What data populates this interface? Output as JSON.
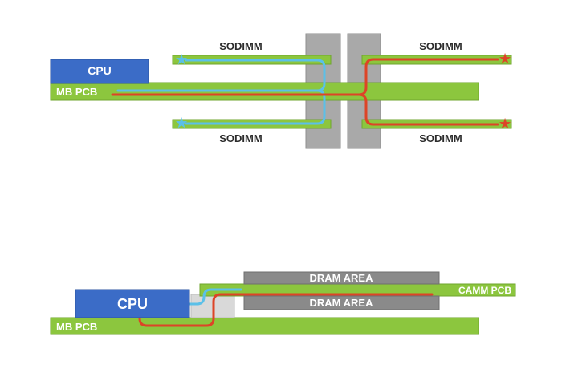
{
  "colors": {
    "pcb_green": "#8cc63e",
    "cpu_blue": "#3b6cc7",
    "connector_gray": "#a9a9a9",
    "connector_gray_light": "#d9d9d9",
    "dram_gray": "#8a8a8a",
    "trace_blue": "#5bc0e8",
    "trace_red": "#dd4427",
    "background": "#ffffff"
  },
  "icons": {
    "star": "★"
  },
  "top_diagram": {
    "cpu_label": "CPU",
    "mb_pcb_label": "MB PCB",
    "sodimm_labels": [
      "SODIMM",
      "SODIMM",
      "SODIMM",
      "SODIMM"
    ]
  },
  "bottom_diagram": {
    "cpu_label": "CPU",
    "mb_pcb_label": "MB PCB",
    "camm_pcb_label": "CAMM PCB",
    "dram_area_labels": [
      "DRAM AREA",
      "DRAM AREA"
    ]
  }
}
